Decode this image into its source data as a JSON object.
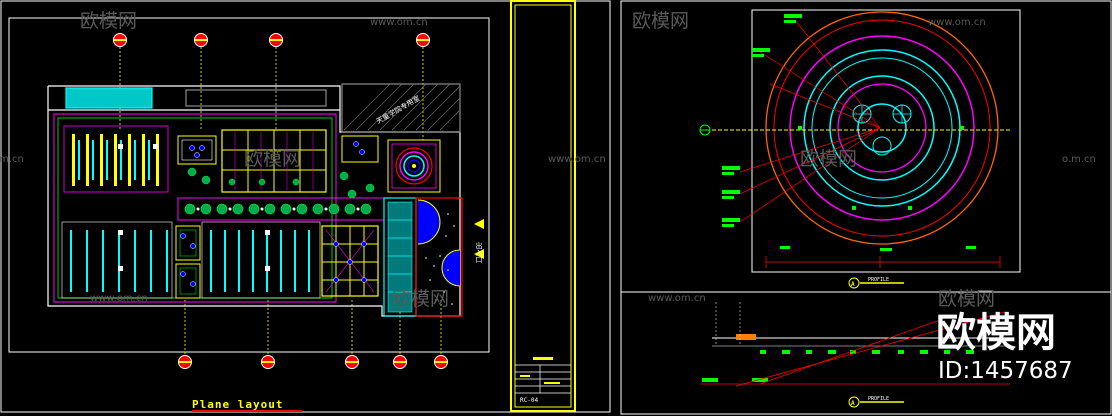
{
  "watermarks": {
    "brand": "欧模网",
    "site": "www.om.cn",
    "site_partial": "o.m.cn",
    "overlay_brand": "欧模网",
    "overlay_id": "ID:1457687"
  },
  "plan": {
    "title": "Plane layout",
    "area_label": "天童学院专用室",
    "exit_label": "出入口"
  },
  "title_block": {
    "drawing_no": "RC-04"
  },
  "section": {
    "label_top": "PROFILE",
    "label_bottom": "PROFILE",
    "marker_top": "A",
    "marker_bottom": "A"
  },
  "colors": {
    "background": "#000000",
    "frame": "#ffffff",
    "title_border": "#ffff00",
    "wall": "#ffffff",
    "magenta": "#ff00ff",
    "cyan": "#00ffff",
    "green": "#00ff00",
    "yellow": "#ffff00",
    "red": "#ff0000",
    "orange": "#ff8000",
    "blue": "#0000ff",
    "watermark": "#5a5a5a"
  }
}
